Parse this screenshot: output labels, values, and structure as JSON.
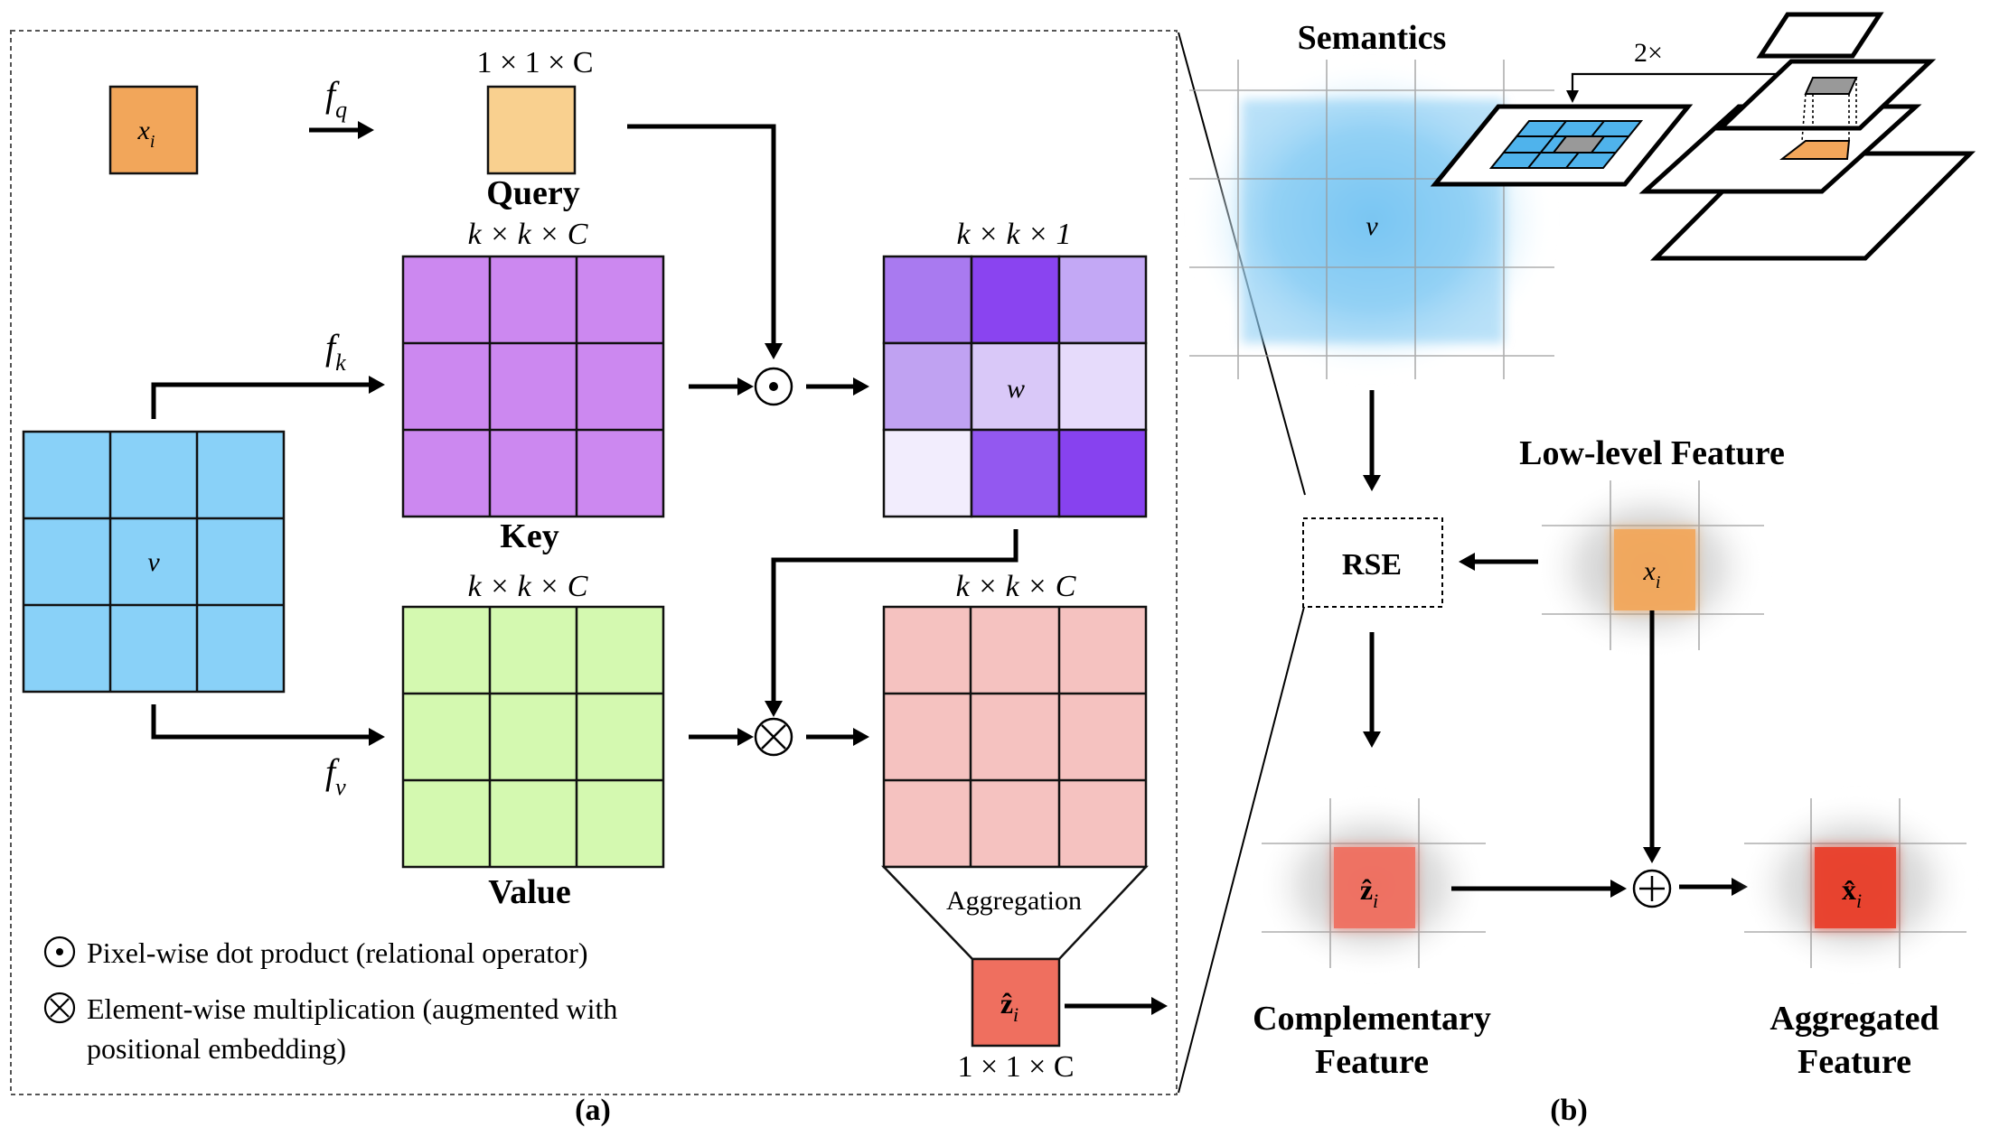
{
  "panel_a": {
    "caption": "(a)",
    "xi_label": "x",
    "xi_sub": "i",
    "fq": {
      "main": "f",
      "sub": "q"
    },
    "fk": {
      "main": "f",
      "sub": "k"
    },
    "fv": {
      "main": "f",
      "sub": "v"
    },
    "query_dims": "1 × 1 × C",
    "query_label": "Query",
    "key_dims": "k × k × C",
    "key_label": "Key",
    "value_dims": "k × k × C",
    "value_label": "Value",
    "weight_dims": "k × k × 1",
    "weight_center_label": "w",
    "agg_dims": "k × k × C",
    "aggregation_label": "Aggregation",
    "zhat_main": "ẑ",
    "zhat_sub": "i",
    "zhat_dims": "1 × 1 × C",
    "v_label": "v",
    "legend_dot": "Pixel-wise dot product (relational operator)",
    "legend_times_line1": "Element-wise multiplication (augmented with",
    "legend_times_line2": "positional embedding)"
  },
  "panel_b": {
    "caption": "(b)",
    "semantics_title": "Semantics",
    "v_label": "v",
    "scale_label": "2×",
    "rse_label": "RSE",
    "low_level_title": "Low-level Feature",
    "xi_main": "x",
    "xi_sub": "i",
    "zhat_main": "ẑ",
    "zhat_sub": "i",
    "xhat_main": "x̂",
    "xhat_sub": "i",
    "complementary_line1": "Complementary",
    "complementary_line2": "Feature",
    "aggregated_line1": "Aggregated",
    "aggregated_line2": "Feature"
  },
  "colors": {
    "xi_orange": "#f2a65a",
    "query_orange": "#f9d08f",
    "key_purple": "#cc88f0",
    "value_green": "#d4f9b0",
    "semantic_blue": "#89d1f8",
    "agg_pink": "#f5c2c0",
    "zhat_red": "#ef6f5f",
    "xhat_red": "#e8402c",
    "weight_cells": [
      "#a97af0",
      "#8a44f0",
      "#c3a8f5",
      "#c0a2f2",
      "#d9c8f8",
      "#e6dbfb",
      "#f2edfd",
      "#9358f0",
      "#8742ef"
    ]
  }
}
